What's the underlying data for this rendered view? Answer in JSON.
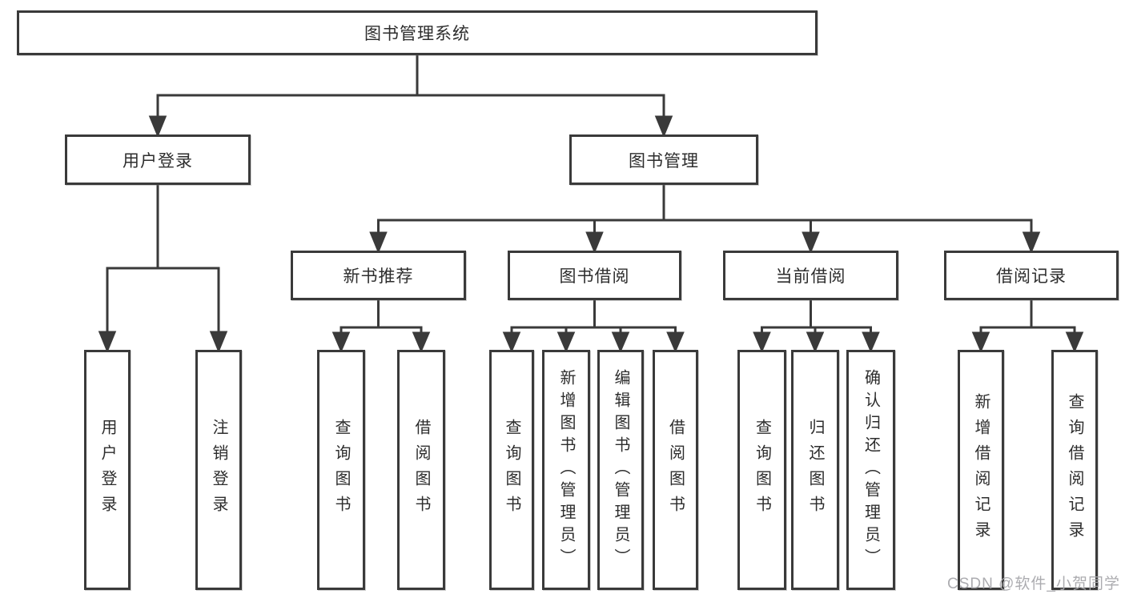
{
  "diagram": {
    "root": {
      "label": "图书管理系统"
    },
    "level2": [
      {
        "label": "用户登录"
      },
      {
        "label": "图书管理"
      }
    ],
    "level3": [
      {
        "label": "新书推荐",
        "parent": "图书管理"
      },
      {
        "label": "图书借阅",
        "parent": "图书管理"
      },
      {
        "label": "当前借阅",
        "parent": "图书管理"
      },
      {
        "label": "借阅记录",
        "parent": "图书管理"
      }
    ],
    "leaves": [
      {
        "label": "用户登录",
        "parent": "用户登录"
      },
      {
        "label": "注销登录",
        "parent": "用户登录"
      },
      {
        "label": "查询图书",
        "parent": "新书推荐"
      },
      {
        "label": "借阅图书",
        "parent": "新书推荐"
      },
      {
        "label": "查询图书",
        "parent": "图书借阅"
      },
      {
        "label": "新增图书（管理员）",
        "parent": "图书借阅"
      },
      {
        "label": "编辑图书（管理员）",
        "parent": "图书借阅"
      },
      {
        "label": "借阅图书",
        "parent": "图书借阅"
      },
      {
        "label": "查询图书",
        "parent": "当前借阅"
      },
      {
        "label": "归还图书",
        "parent": "当前借阅"
      },
      {
        "label": "确认归还（管理员）",
        "parent": "当前借阅"
      },
      {
        "label": "新增借阅记录",
        "parent": "借阅记录"
      },
      {
        "label": "查询借阅记录",
        "parent": "借阅记录"
      }
    ],
    "colors": {
      "line": "#3a3a3a",
      "text": "#2d2d2d",
      "background": "#ffffff",
      "watermark": "#a8a8ac"
    },
    "watermark": "CSDN @软件_小贺同学"
  }
}
